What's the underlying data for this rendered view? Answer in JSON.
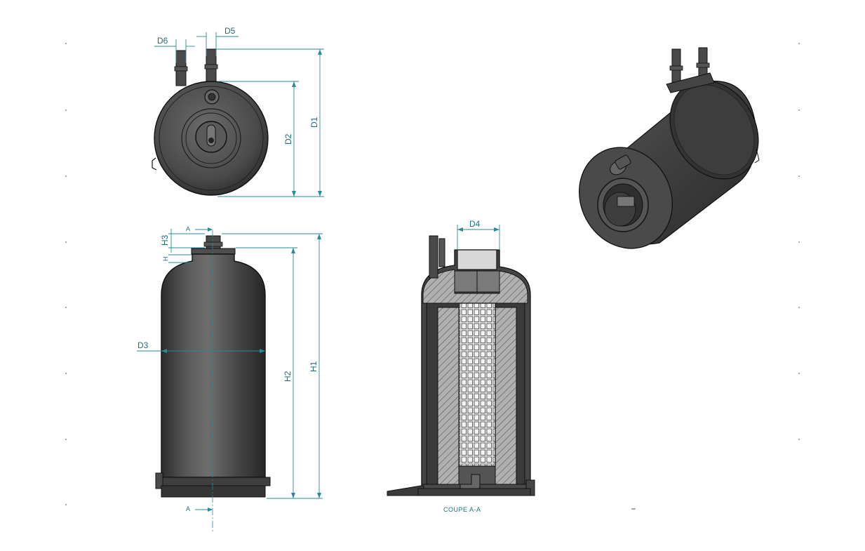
{
  "dimensions": {
    "d1": "D1",
    "d2": "D2",
    "d3": "D3",
    "d4": "D4",
    "d5": "D5",
    "d6": "D6",
    "h1": "H1",
    "h2": "H2",
    "h3": "H3",
    "h4": "H"
  },
  "section": {
    "mark_top": "A",
    "mark_bottom": "A",
    "caption": "COUPE A-A"
  },
  "colors": {
    "dimension_line": "#2a8a97",
    "dimension_text": "#1f6f7a",
    "body_dark": "#3a3a3a",
    "body_mid": "#5c5c5c",
    "hatch": "#8a8a8a",
    "filter_element": "#d6d6d6"
  }
}
